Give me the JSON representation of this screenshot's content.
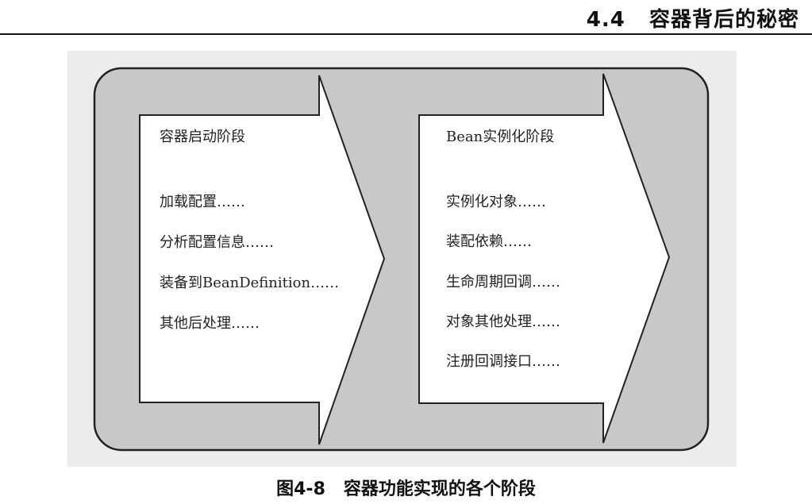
{
  "running_head": "4.4   容器背后的秘密",
  "stages": [
    {
      "title": "容器启动阶段",
      "items": [
        "加载配置……",
        "分析配置信息……",
        "装备到BeanDefinition……",
        "其他后处理……"
      ]
    },
    {
      "title": "Bean实例化阶段",
      "items": [
        "实例化对象……",
        "装配依赖……",
        "生命周期回调……",
        "对象其他处理……",
        "注册回调接口……"
      ]
    }
  ],
  "caption": "图4-8   容器功能实现的各个阶段",
  "colors": {
    "panel_bg": "#ececec",
    "container_fill": "#c8c8c8",
    "arrow_fill": "#ffffff",
    "stroke": "#222222"
  }
}
